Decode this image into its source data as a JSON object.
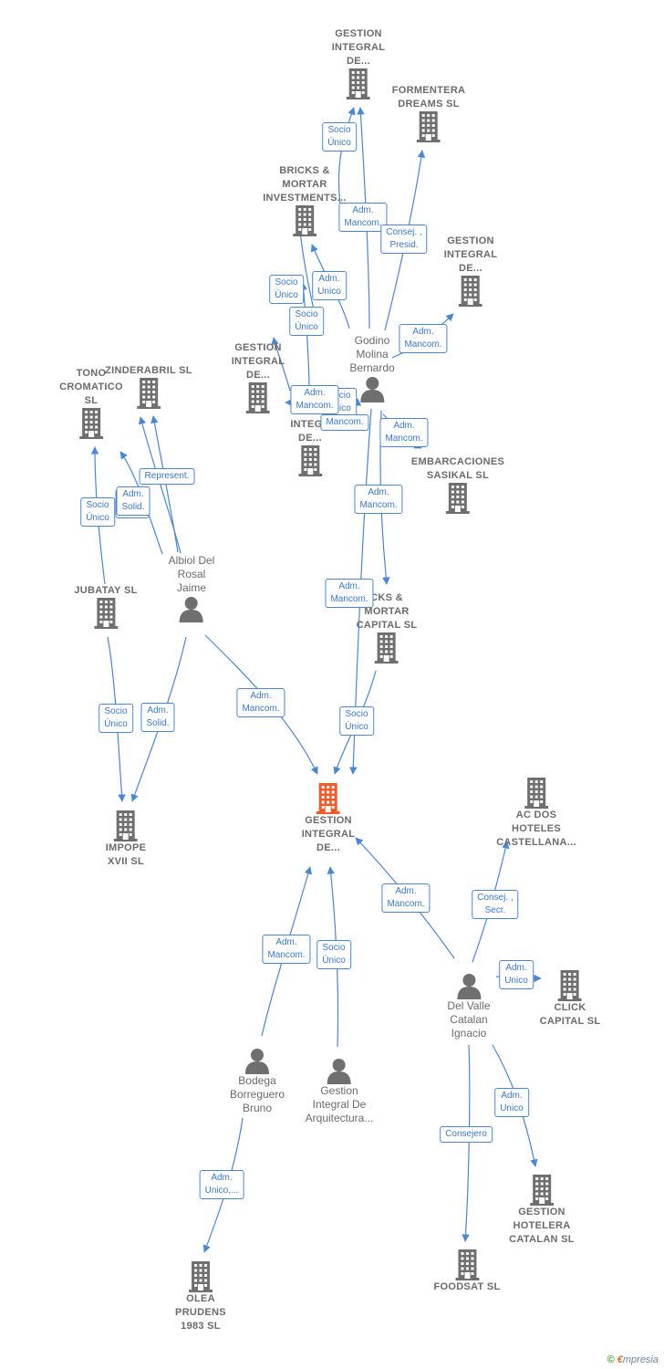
{
  "nodes": [
    {
      "id": "gi_top",
      "type": "company",
      "label": "GESTION\nINTEGRAL\nDE...",
      "color": "#6f6f6f"
    },
    {
      "id": "formentera",
      "type": "company",
      "label": "FORMENTERA\nDREAMS SL",
      "color": "#6f6f6f"
    },
    {
      "id": "bricks_inv",
      "type": "company",
      "label": "BRICKS &\nMORTAR\nINVESTMENTS...",
      "color": "#6f6f6f"
    },
    {
      "id": "gi_right",
      "type": "company",
      "label": "GESTION\nINTEGRAL\nDE...",
      "color": "#6f6f6f"
    },
    {
      "id": "godino",
      "type": "person",
      "label": "Godino\nMolina\nBernardo",
      "color": "#6f6f6f"
    },
    {
      "id": "gi_mid",
      "type": "company",
      "label": "GESTION\nINTEGRAL\nDE...",
      "color": "#6f6f6f"
    },
    {
      "id": "gi_mid2",
      "type": "company",
      "label": "INTEGR\nDE...",
      "color": "#6f6f6f"
    },
    {
      "id": "tono",
      "type": "company",
      "label": "TONO\nCROMATICO\nSL",
      "color": "#6f6f6f"
    },
    {
      "id": "zinder",
      "type": "company",
      "label": "ZINDERABRIL SL",
      "color": "#6f6f6f"
    },
    {
      "id": "embarcaciones",
      "type": "company",
      "label": "EMBARCACIONES\nSASIKAL SL",
      "color": "#6f6f6f"
    },
    {
      "id": "albiol",
      "type": "person",
      "label": "Albiol Del\nRosal\nJaime",
      "color": "#6f6f6f"
    },
    {
      "id": "jubatay",
      "type": "company",
      "label": "JUBATAY SL",
      "color": "#6f6f6f"
    },
    {
      "id": "bricks_cap",
      "type": "company",
      "label": "CKS &\nMORTAR\nCAPITAL SL",
      "color": "#6f6f6f"
    },
    {
      "id": "impope",
      "type": "company",
      "label": "IMPOPE\nXVII SL",
      "color": "#6f6f6f"
    },
    {
      "id": "center",
      "type": "company",
      "label": "GESTION\nINTEGRAL\nDE...",
      "color": "#f05a28"
    },
    {
      "id": "acdos",
      "type": "company",
      "label": "AC DOS\nHOTELES\nCASTELLANA...",
      "color": "#6f6f6f"
    },
    {
      "id": "delvalle",
      "type": "person",
      "label": "Del Valle\nCatalan\nIgnacio",
      "color": "#6f6f6f"
    },
    {
      "id": "click",
      "type": "company",
      "label": "CLICK\nCAPITAL SL",
      "color": "#6f6f6f"
    },
    {
      "id": "bodega",
      "type": "person",
      "label": "Bodega\nBorreguero\nBruno",
      "color": "#6f6f6f"
    },
    {
      "id": "gi_arq",
      "type": "person",
      "label": "Gestion\nIntegral De\nArquitectura...",
      "color": "#6f6f6f"
    },
    {
      "id": "gh_catalan",
      "type": "company",
      "label": "GESTION\nHOTELERA\nCATALAN SL",
      "color": "#6f6f6f"
    },
    {
      "id": "foodsat",
      "type": "company",
      "label": "FOODSAT SL",
      "color": "#6f6f6f"
    },
    {
      "id": "olea",
      "type": "company",
      "label": "OLEA\nPRUDENS\n1983 SL",
      "color": "#6f6f6f"
    }
  ],
  "edges": [
    {
      "label": "Socio\nÚnico"
    },
    {
      "label": "Adm.\nMancom."
    },
    {
      "label": "Consej. ,\nPresid."
    },
    {
      "label": "Socio\nÚnico"
    },
    {
      "label": "Adm.\nUnico"
    },
    {
      "label": "Socio\nÚnico"
    },
    {
      "label": "Socio\nÚnico"
    },
    {
      "label": "Adm.\nMancom."
    },
    {
      "label": "Mancom."
    },
    {
      "label": "Adm.\nMancom."
    },
    {
      "label": "Adm.\nMancom."
    },
    {
      "label": "Adm.\nMancom."
    },
    {
      "label": "Adm.\nMancom."
    },
    {
      "label": "Represent."
    },
    {
      "label": "Adm.\nSolid."
    },
    {
      "label": "Socio\nÚnico"
    },
    {
      "label": "Adm.\nSolid."
    },
    {
      "label": "Socio\nÚnico"
    },
    {
      "label": "Adm.\nSolid."
    },
    {
      "label": "Adm.\nMancom."
    },
    {
      "label": "Socio\nÚnico"
    },
    {
      "label": "Adm.\nMancom."
    },
    {
      "label": "Consej. ,\nSecr."
    },
    {
      "label": "Adm.\nUnico"
    },
    {
      "label": "Adm.\nMancom."
    },
    {
      "label": "Socio\nÚnico"
    },
    {
      "label": "Adm.\nUnico"
    },
    {
      "label": "Consejero"
    },
    {
      "label": "Adm.\nUnico,..."
    }
  ],
  "brand": {
    "copyright": "©",
    "e": "€",
    "rest": "mpresia"
  }
}
